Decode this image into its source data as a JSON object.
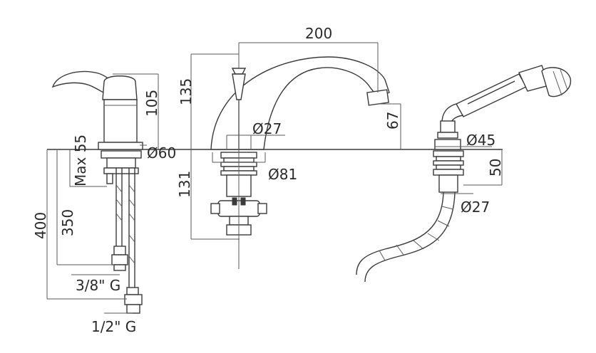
{
  "dimensions": {
    "d200": "200",
    "d135": "135",
    "d105": "105",
    "d67": "67",
    "max55": "Max 55",
    "d60": "Ø60",
    "d27_top": "Ø27",
    "d81": "Ø81",
    "d45": "Ø45",
    "d50": "50",
    "d27_bottom": "Ø27",
    "d131": "131",
    "d400": "400",
    "d350": "350",
    "g38": "3/8\" G",
    "g12": "1/2\" G"
  },
  "colors": {
    "line": "#3a3a3a",
    "background": "#ffffff"
  }
}
